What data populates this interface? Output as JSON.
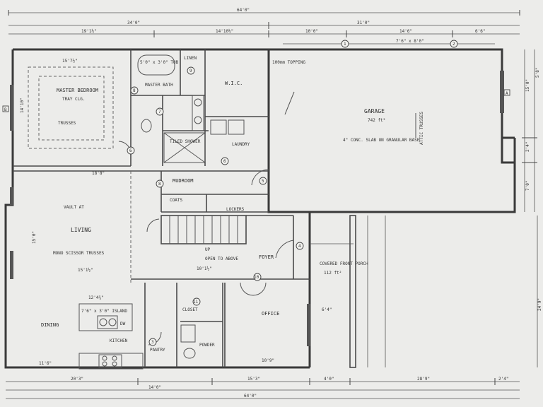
{
  "dimensions": {
    "top_overall": "64'0\"",
    "top_left": "34'0\"",
    "top_right": "31'0\"",
    "top_sub1": "19'1½\"",
    "top_sub2": "14'10½\"",
    "top_sub3": "10'0\"",
    "top_sub4": "14'6\"",
    "top_sub5": "6'6\"",
    "garage_door": "7'6\" x 8'0\"",
    "right_1": "15'0\"",
    "right_2": "2'4\"",
    "right_3": "5'8\"",
    "right_4": "7'0\"",
    "bottom_1": "20'3\"",
    "bottom_2": "14'0\"",
    "bottom_3": "15'3\"",
    "bottom_4": "4'0\"",
    "bottom_5": "28'9\"",
    "bottom_6": "2'4\"",
    "bottom_overall": "64'0\"",
    "living_width": "15'1½\"",
    "living_height": "15'0\"",
    "living_top": "18'8\"",
    "kitchen_width": "12'4¾\"",
    "dining_width": "11'6\"",
    "master_width": "15'7½\"",
    "master_height": "14'10\"",
    "entry_width": "10'1½\"",
    "office_width": "10'9\"",
    "porch_width": "6'4\"",
    "right_side": "24'9\""
  },
  "rooms": {
    "master_bedroom": "MASTER BEDROOM",
    "master_note": "TRAY CLG.",
    "master_trusses": "TRUSSES",
    "master_bath": "MASTER BATH",
    "tub": "5'0\" x 3'0\" TUB",
    "linen": "LINEN",
    "wic": "W.I.C.",
    "garage": "GARAGE",
    "garage_area": "742 ft²",
    "garage_slab": "4\" CONC. SLAB ON GRANULAR BASE",
    "garage_trusses": "ATTIC TRUSSES",
    "garage_top_note": "100mm TOPPING",
    "living": "LIVING",
    "living_vault": "VAULT AT",
    "living_trusses": "MONO SCISSOR TRUSSES",
    "dining": "DINING",
    "kitchen": "KITCHEN",
    "island": "7'6\" x 3'0\" ISLAND",
    "dw": "DW",
    "pantry": "PANTRY",
    "mudroom": "MUDROOM",
    "laundry": "LAUNDRY",
    "coats": "COATS",
    "lockers": "LOCKERS",
    "foyer": "FOYER",
    "open_above": "OPEN TO ABOVE",
    "office": "OFFICE",
    "powder": "POWDER",
    "closet": "CLOSET",
    "covered_porch": "COVERED FRONT PORCH",
    "porch_area": "112 ft²",
    "shower": "TILED SHOWER",
    "up": "UP"
  },
  "markers": {
    "m1": "1",
    "m2": "2",
    "m3": "3",
    "m4": "4",
    "m5": "5",
    "m6": "6",
    "m7": "7",
    "m8": "8",
    "m9": "9",
    "m10": "10",
    "m11": "11",
    "mA": "A",
    "mB": "B"
  }
}
